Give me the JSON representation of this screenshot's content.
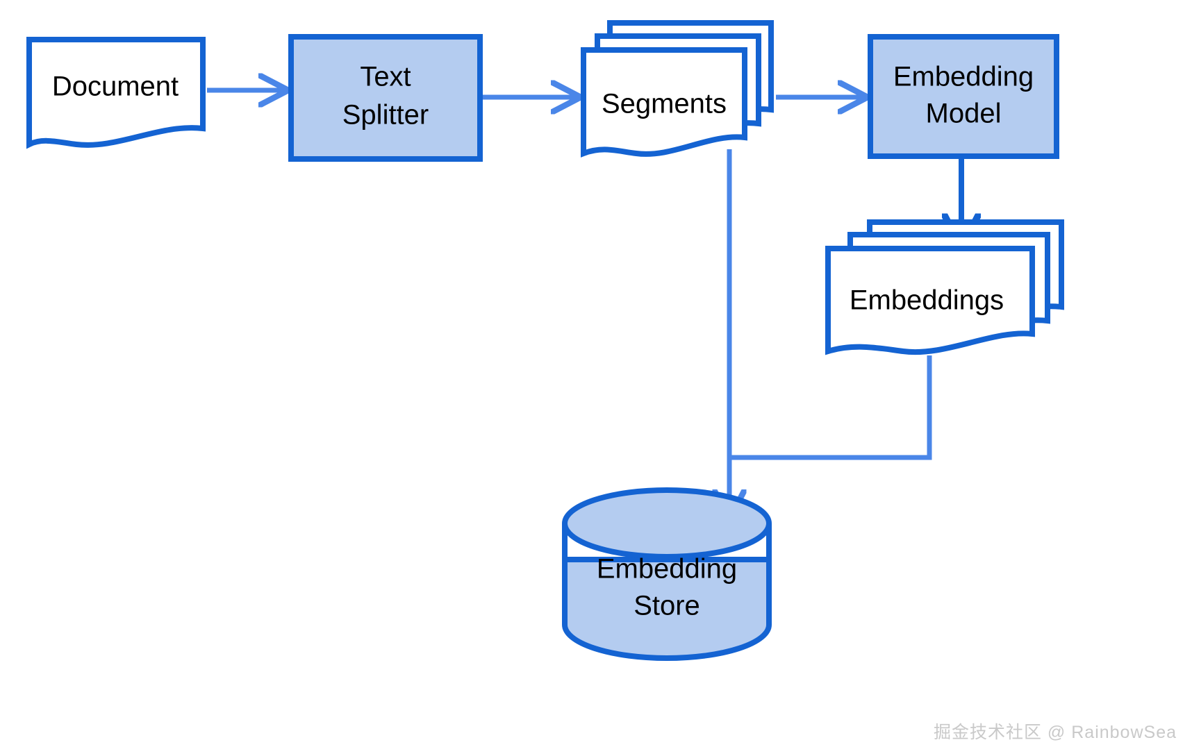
{
  "diagram": {
    "title": "Document embedding ingestion pipeline",
    "colors": {
      "stroke_dark_blue": "#1463D2",
      "fill_light_blue": "#B4CCF0",
      "connector_blue": "#4A86E8",
      "shape_fill_white": "#FFFFFF",
      "text_black": "#000000",
      "watermark_gray": "#C9C9C9",
      "background": "#FFFFFF"
    },
    "nodes": [
      {
        "id": "document",
        "label": "Document",
        "shape": "document",
        "fill": "white"
      },
      {
        "id": "text-splitter",
        "label": "Text\nSplitter",
        "shape": "rectangle",
        "fill": "light-blue"
      },
      {
        "id": "segments",
        "label": "Segments",
        "shape": "document-stack",
        "fill": "white"
      },
      {
        "id": "embedding-model",
        "label": "Embedding\nModel",
        "shape": "rectangle",
        "fill": "light-blue"
      },
      {
        "id": "embeddings",
        "label": "Embeddings",
        "shape": "document-stack",
        "fill": "white"
      },
      {
        "id": "embedding-store",
        "label": "Embedding\nStore",
        "shape": "cylinder",
        "fill": "light-blue"
      }
    ],
    "node_labels": {
      "document": "Document",
      "text_splitter_line1": "Text",
      "text_splitter_line2": "Splitter",
      "segments": "Segments",
      "embedding_model_line1": "Embedding",
      "embedding_model_line2": "Model",
      "embeddings": "Embeddings",
      "embedding_store_line1": "Embedding",
      "embedding_store_line2": "Store"
    },
    "edges": [
      {
        "from": "document",
        "to": "text-splitter",
        "style": "arrow-right"
      },
      {
        "from": "text-splitter",
        "to": "segments",
        "style": "arrow-right"
      },
      {
        "from": "segments",
        "to": "embedding-model",
        "style": "arrow-right"
      },
      {
        "from": "embedding-model",
        "to": "embeddings",
        "style": "arrow-down"
      },
      {
        "from": "segments",
        "to": "embedding-store",
        "style": "elbow-down-arrow"
      },
      {
        "from": "embeddings",
        "to": "embedding-store",
        "style": "elbow-left-join"
      }
    ],
    "watermark": "掘金技术社区 @ RainbowSea"
  }
}
